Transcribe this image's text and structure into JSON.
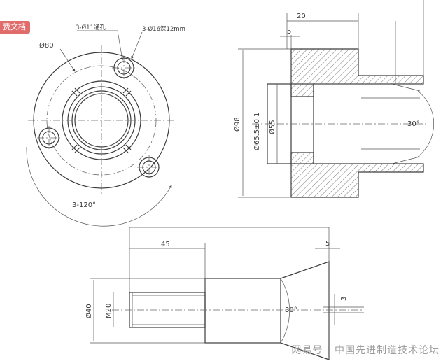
{
  "badge": "费文档",
  "watermark": "网易号 | 中国先进制造技术论坛",
  "front_view": {
    "holes_label": "3-Ø11通孔",
    "counterbore_label": "3-Ø16深12mm",
    "pcd_label": "Ø80",
    "angle_label": "3-120°"
  },
  "section_view": {
    "dims": {
      "width_20": "20",
      "width_5": "5",
      "dia_98": "Ø98",
      "dia_65": "Ø65.5±0.1",
      "dia_55": "Ø55",
      "angle_30": "30°"
    }
  },
  "pin_view": {
    "dims": {
      "length_45": "45",
      "width_5": "5",
      "dia_40": "Ø40",
      "thread_m20": "M20",
      "angle_30": "30°",
      "slot_3": "3"
    }
  }
}
